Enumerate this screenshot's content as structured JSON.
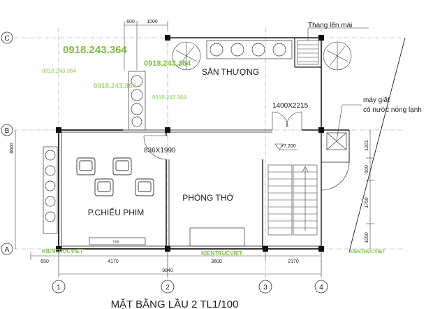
{
  "drawing": {
    "title": "MẶT BẰNG LẦU 2 TL1/100",
    "rooms": {
      "terrace": "SÂN THƯỢNG",
      "cinema": "P.CHIẾU PHIM",
      "altar": "PHÒNG THỜ"
    },
    "notes": {
      "roof_stair": "Thang lên mái",
      "washer_line1": "máy giặt",
      "washer_line2": "có nước nóng lạnh",
      "door_main": "1400X2215",
      "door_altar": "836X1990",
      "level": "+7.200",
      "tivi": "TIVI"
    },
    "watermarks": {
      "phone_big": "0918.243.364",
      "phone_small": "0918.243.364",
      "brand": "KIENTRUCVIET"
    },
    "grid_rows": [
      "C",
      "B",
      "A"
    ],
    "grid_cols": [
      "1",
      "2",
      "3",
      "4"
    ],
    "dims_top": [
      "600",
      "1000"
    ],
    "dims_bottom": [
      "650",
      "4170",
      "3600",
      "2170"
    ],
    "dim_total": "9840",
    "dims_right": [
      "1301",
      "500",
      "1750",
      "1050"
    ],
    "dim_left": "8000",
    "colors": {
      "line": "#1a1a1a",
      "watermark_green": "#7dc142",
      "grid_line": "#9a9a9a"
    }
  }
}
